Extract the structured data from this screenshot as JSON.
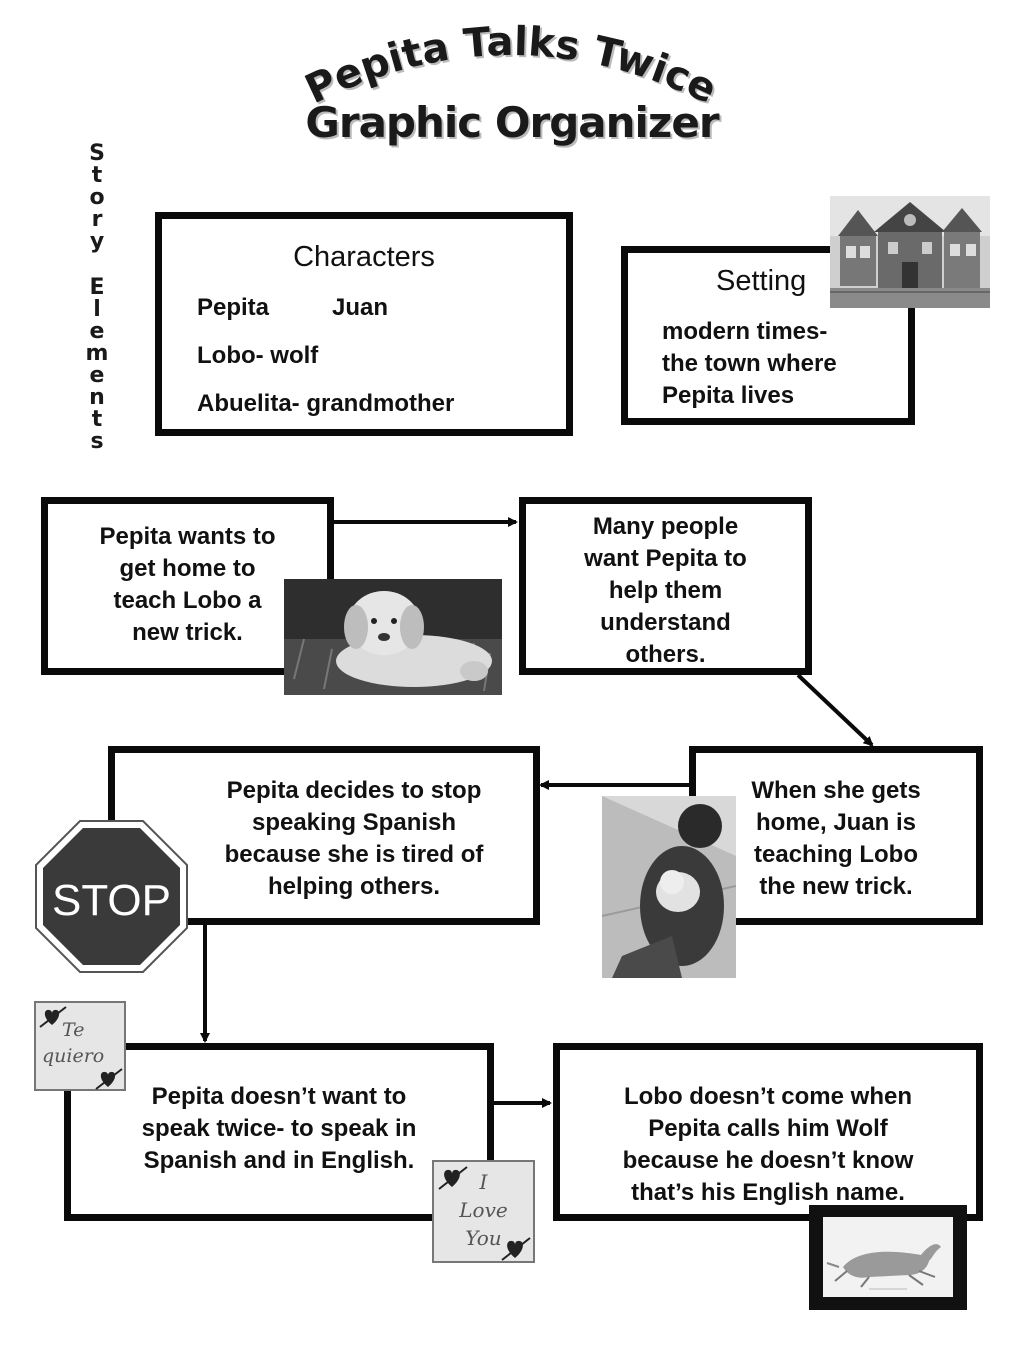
{
  "title": {
    "line1": "Pepita Talks Twice",
    "line2": "Graphic Organizer"
  },
  "side_label": "Story Elements",
  "characters": {
    "heading": "Characters",
    "row1_a": "Pepita",
    "row1_b": "Juan",
    "row2": "Lobo- wolf",
    "row3": "Abuelita- grandmother"
  },
  "setting": {
    "heading": "Setting",
    "lines": [
      "modern times-",
      "the town where",
      "Pepita lives"
    ]
  },
  "events": [
    {
      "lines": [
        "Pepita wants to",
        "get home to",
        "teach Lobo a",
        "new trick."
      ]
    },
    {
      "lines": [
        "Many people",
        "want Pepita  to",
        "help them",
        "understand",
        "others."
      ]
    },
    {
      "lines": [
        "When she gets",
        "home, Juan is",
        "teaching Lobo",
        "the new trick."
      ]
    },
    {
      "lines": [
        "Pepita decides to stop",
        "speaking Spanish",
        "because she is tired of",
        "helping others."
      ]
    },
    {
      "lines": [
        "Pepita doesn’t want to",
        "speak twice- to speak in",
        "Spanish and in English."
      ]
    },
    {
      "lines": [
        "Lobo doesn’t come when",
        "Pepita calls him Wolf",
        "because he doesn’t know",
        "that’s his English name."
      ]
    }
  ],
  "stop_sign": "STOP",
  "card_te_quiero": [
    "Te",
    "quiero"
  ],
  "card_i_love_you": [
    "I",
    "Love",
    "You"
  ],
  "colors": {
    "border": "#0a0a0a",
    "stop_sign": "#3a3a3a",
    "card": "#e6e6e6"
  },
  "icons": [
    "house-illustration",
    "puppy-photo",
    "boy-with-puppy-photo",
    "stop-sign-icon",
    "heart-arrow-icon",
    "dog-drawing"
  ]
}
